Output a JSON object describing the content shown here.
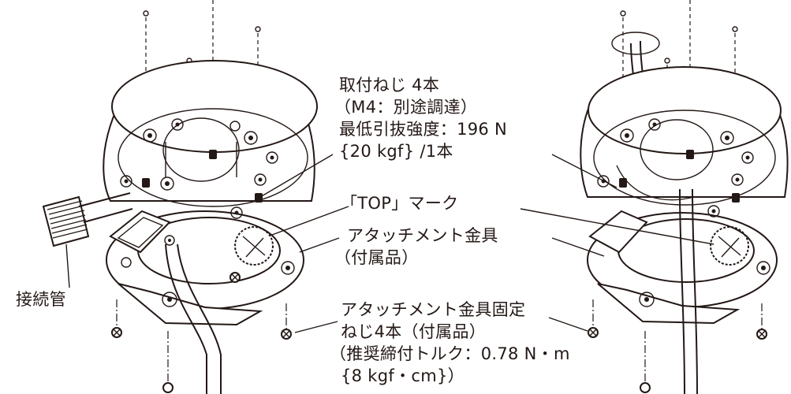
{
  "labels": {
    "screw_title": "取付ねじ 4本",
    "screw_spec": "（M4：別途調達）",
    "screw_strength": "最低引抜強度：196 N",
    "screw_kgf": "{20 kgf}  /1本",
    "top_mark": "「TOP」マーク",
    "bracket": "アタッチメント金具",
    "bracket_included": "（付属品）",
    "fix_screw_title": "アタッチメント金具固定",
    "fix_screw_count": "ねじ4本（付属品）",
    "torque": "（推奨締付トルク：0.78 N・m",
    "torque_kgf": "{8 kgf・cm}）",
    "conduit": "接続管"
  }
}
